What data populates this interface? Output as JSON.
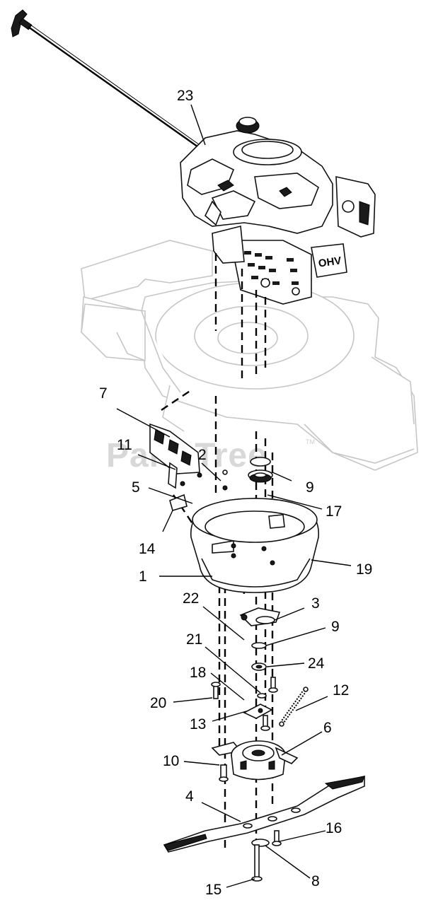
{
  "watermark": "PartsTree",
  "watermark_tm": "TM",
  "engine_label": "OHV",
  "callouts": [
    {
      "id": "23",
      "text": "23"
    },
    {
      "id": "7",
      "text": "7"
    },
    {
      "id": "11",
      "text": "11"
    },
    {
      "id": "2",
      "text": "2"
    },
    {
      "id": "5",
      "text": "5"
    },
    {
      "id": "9a",
      "text": "9"
    },
    {
      "id": "17",
      "text": "17"
    },
    {
      "id": "14",
      "text": "14"
    },
    {
      "id": "19",
      "text": "19"
    },
    {
      "id": "1",
      "text": "1"
    },
    {
      "id": "22",
      "text": "22"
    },
    {
      "id": "3",
      "text": "3"
    },
    {
      "id": "9b",
      "text": "9"
    },
    {
      "id": "21",
      "text": "21"
    },
    {
      "id": "24",
      "text": "24"
    },
    {
      "id": "18",
      "text": "18"
    },
    {
      "id": "20",
      "text": "20"
    },
    {
      "id": "12",
      "text": "12"
    },
    {
      "id": "13",
      "text": "13"
    },
    {
      "id": "6",
      "text": "6"
    },
    {
      "id": "10",
      "text": "10"
    },
    {
      "id": "4",
      "text": "4"
    },
    {
      "id": "16",
      "text": "16"
    },
    {
      "id": "8",
      "text": "8"
    },
    {
      "id": "15",
      "text": "15"
    }
  ]
}
